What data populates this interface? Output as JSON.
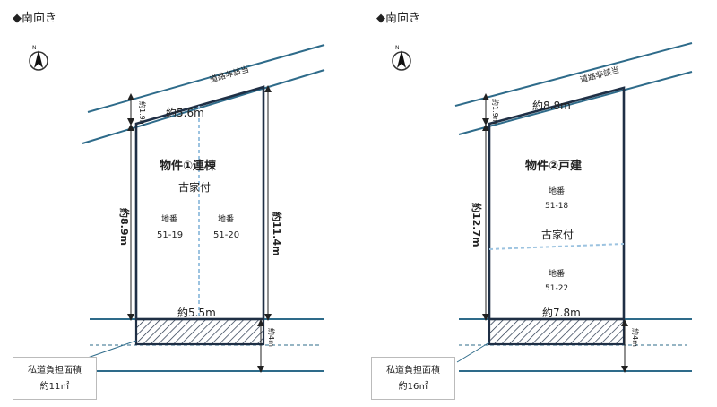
{
  "panels": [
    {
      "heading": "◆南向き",
      "road_note": "道路非該当",
      "title": "物件①連棟",
      "old_house": "古家付",
      "dims": {
        "front_width": "約5.6m",
        "front_setback": "約1.9m",
        "left_depth": "約8.9m",
        "right_depth": "約11.4m",
        "rear_width": "約5.5m",
        "private_road_width": "約4m"
      },
      "lots": [
        {
          "label": "地番",
          "number": "51-19"
        },
        {
          "label": "地番",
          "number": "51-20"
        }
      ],
      "private_road": {
        "label": "私道負担面積",
        "value": "約11㎡"
      }
    },
    {
      "heading": "◆南向き",
      "road_note": "道路非該当",
      "title": "物件②戸建",
      "old_house": "古家付",
      "dims": {
        "front_width": "約8.8m",
        "front_setback": "約1.9m",
        "left_depth": "約12.7m",
        "rear_width": "約7.8m",
        "private_road_width": "約4m"
      },
      "lots": [
        {
          "label": "地番",
          "number": "51-18"
        },
        {
          "label": "地番",
          "number": "51-22"
        }
      ],
      "private_road": {
        "label": "私道負担面積",
        "value": "約16㎡"
      }
    }
  ],
  "colors": {
    "road_line": "#2e6b8a",
    "lot_outline": "#1f2f45",
    "dashed_divider": "#9cc3e0",
    "dim_line": "#222222"
  },
  "icons": [
    "north-arrow-icon"
  ]
}
